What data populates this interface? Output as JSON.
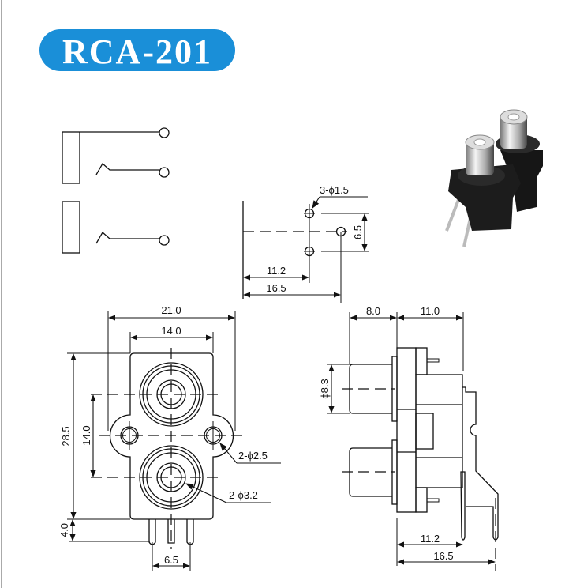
{
  "title": "RCA-201",
  "colors": {
    "title_bg": "#1a8fd8",
    "line": "#111111"
  },
  "pcb_layout": {
    "holes_label": "3-ϕ1.5",
    "pitch": "6.5",
    "dist_1": "11.2",
    "dist_2": "16.5"
  },
  "front_view": {
    "width_outer": "21.0",
    "width_inner": "14.0",
    "height": "28.5",
    "jack_spacing": "14.0",
    "pin_length": "4.0",
    "pin_pitch": "6.5",
    "mount_hole_label": "2-ϕ2.5",
    "jack_hole_label": "2-ϕ3.2"
  },
  "side_view": {
    "front_length": "8.0",
    "body_length": "11.0",
    "diameter": "ϕ8.3",
    "pin_dist_1": "11.2",
    "pin_dist_2": "16.5"
  }
}
